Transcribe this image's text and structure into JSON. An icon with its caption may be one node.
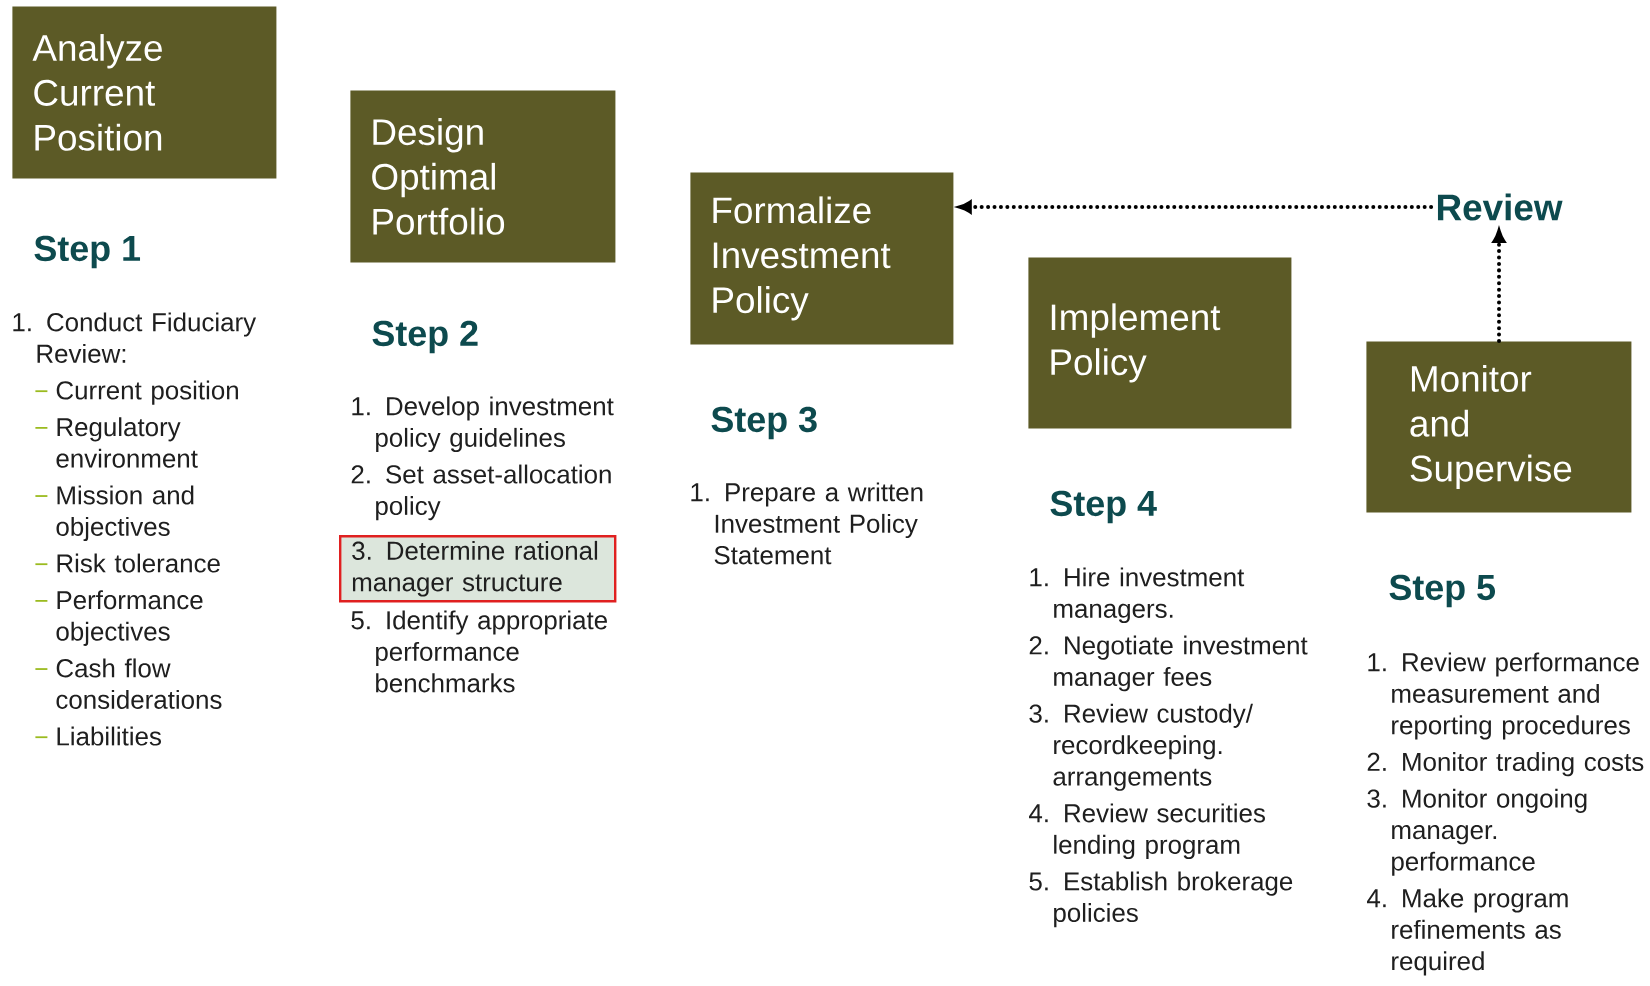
{
  "diagram": {
    "nodes": [
      {
        "text": [
          "Analyze Current Position"
        ]
      },
      {
        "text": [
          "Design Optimal Portfolio"
        ]
      },
      {
        "text": [
          "Formalize Investment Policy"
        ]
      },
      {
        "text": [
          "Implement Policy"
        ]
      },
      {
        "text": [
          "Monitor and Supervise"
        ]
      },
      {
        "text": [
          "Review"
        ]
      },
      {
        "text": [
          "3. Determine rational manager structure"
        ]
      }
    ],
    "edges": [
      {
        "from": 5,
        "to": 2,
        "arrow": "to",
        "style": "dashed"
      },
      {
        "from": 4,
        "to": 5,
        "arrow": "to",
        "style": "dashed"
      }
    ],
    "labels": [
      "Step 1",
      "1. Conduct Fiduciary Review:",
      "Current position",
      "Regulatory environment",
      "Mission and objectives",
      "Risk tolerance",
      "Performance objectives",
      "Cash flow considerations",
      "Liabilities",
      "Step 2",
      "1. Develop investment policy guidelines",
      "2. Set asset-allocation policy",
      "5. Identify appropriate performance benchmarks",
      "Step 3",
      "1. Prepare a written Investment Policy Statement",
      "Step 4",
      "1. Hire investment managers.",
      "2. Negotiate investment manager fees",
      "3. Review custody/ recordkeeping. arrangements",
      "4. Review securities lending program",
      "5. Establish brokerage policies",
      "Step 5",
      "1. Review performance measurement and reporting procedures",
      "2. Monitor trading costs",
      "3. Monitor ongoing manager. performance",
      "4. Make program refinements as required"
    ]
  }
}
